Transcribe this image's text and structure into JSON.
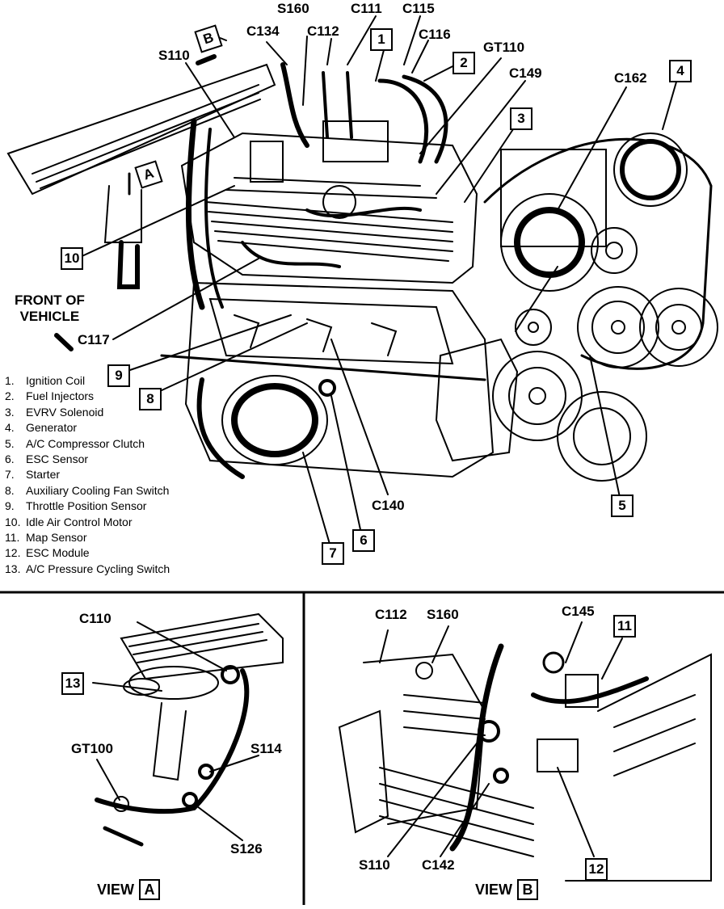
{
  "main_view": {
    "connectors": [
      "S160",
      "C111",
      "C115",
      "C134",
      "C112",
      "C116",
      "GT110",
      "C149",
      "S110",
      "C162",
      "C117",
      "C140"
    ],
    "callouts": [
      "1",
      "2",
      "3",
      "4",
      "5",
      "6",
      "7",
      "8",
      "9",
      "10",
      "B",
      "A"
    ],
    "front_label": [
      "FRONT OF",
      "VEHICLE"
    ]
  },
  "legend": [
    {
      "n": "1.",
      "text": "Ignition Coil"
    },
    {
      "n": "2.",
      "text": "Fuel Injectors"
    },
    {
      "n": "3.",
      "text": "EVRV Solenoid"
    },
    {
      "n": "4.",
      "text": "Generator"
    },
    {
      "n": "5.",
      "text": "A/C Compressor Clutch"
    },
    {
      "n": "6.",
      "text": "ESC Sensor"
    },
    {
      "n": "7.",
      "text": "Starter"
    },
    {
      "n": "8.",
      "text": "Auxiliary Cooling Fan Switch"
    },
    {
      "n": "9.",
      "text": "Throttle Position Sensor"
    },
    {
      "n": "10.",
      "text": "Idle Air Control Motor"
    },
    {
      "n": "11.",
      "text": "Map Sensor"
    },
    {
      "n": "12.",
      "text": "ESC Module"
    },
    {
      "n": "13.",
      "text": "A/C Pressure Cycling Switch"
    }
  ],
  "view_a": {
    "title": "VIEW",
    "letter": "A",
    "labels": [
      "C110",
      "13",
      "GT100",
      "S114",
      "S126"
    ]
  },
  "view_b": {
    "title": "VIEW",
    "letter": "B",
    "labels": [
      "C112",
      "S160",
      "C145",
      "11",
      "S110",
      "C142",
      "12"
    ]
  }
}
